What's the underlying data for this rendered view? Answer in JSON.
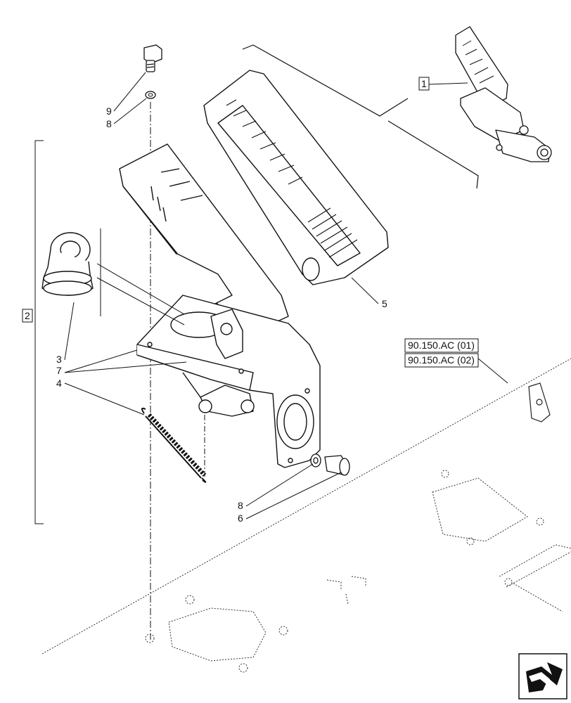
{
  "callouts": {
    "c1": "1",
    "c2": "2",
    "c3": "3",
    "c4": "4",
    "c5": "5",
    "c6": "6",
    "c7": "7",
    "c8a": "8",
    "c8b": "8",
    "c9": "9"
  },
  "references": {
    "ref1": "90.150.AC (01)",
    "ref2": "90.150.AC (02)"
  }
}
